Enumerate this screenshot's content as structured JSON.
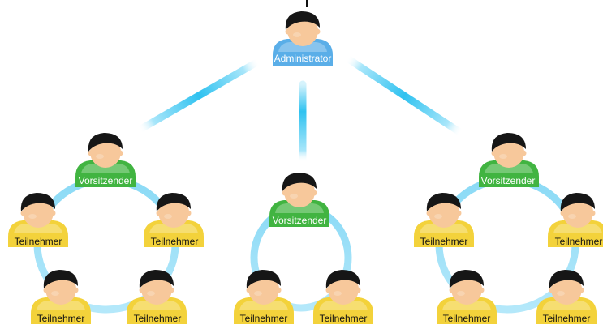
{
  "colors": {
    "admin_body": "#5aaee8",
    "chair_body": "#41b441",
    "member_body": "#f3d23b",
    "skin": "#f7c89b",
    "hair": "#161616",
    "connector": "#35c3f0"
  },
  "icons": {
    "person": "person-icon",
    "connector": "connection-line"
  },
  "nodes": {
    "admin": {
      "label": "Administrator",
      "role": "admin"
    },
    "chair_left": {
      "label": "Vorsitzender",
      "role": "chair"
    },
    "chair_center": {
      "label": "Vorsitzender",
      "role": "chair"
    },
    "chair_right": {
      "label": "Vorsitzender",
      "role": "chair"
    },
    "left_member_1": {
      "label": "Teilnehmer",
      "role": "member"
    },
    "left_member_2": {
      "label": "Teilnehmer",
      "role": "member"
    },
    "left_member_3": {
      "label": "Teilnehmer",
      "role": "member"
    },
    "left_member_4": {
      "label": "Teilnehmer",
      "role": "member"
    },
    "center_member_1": {
      "label": "Teilnehmer",
      "role": "member"
    },
    "center_member_2": {
      "label": "Teilnehmer",
      "role": "member"
    },
    "right_member_1": {
      "label": "Teilnehmer",
      "role": "member"
    },
    "right_member_2": {
      "label": "Teilnehmer",
      "role": "member"
    },
    "right_member_3": {
      "label": "Teilnehmer",
      "role": "member"
    },
    "right_member_4": {
      "label": "Teilnehmer",
      "role": "member"
    }
  }
}
